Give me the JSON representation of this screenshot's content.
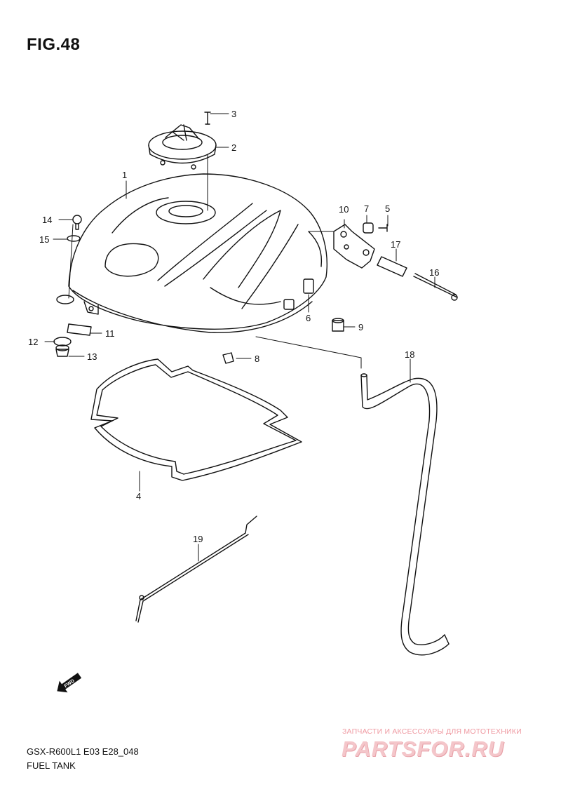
{
  "figure": {
    "title": "FIG.48",
    "model_code": "GSX-R600L1 E03 E28_048",
    "part_name": "FUEL TANK"
  },
  "callouts": [
    "1",
    "2",
    "3",
    "4",
    "5",
    "6",
    "7",
    "8",
    "9",
    "10",
    "11",
    "12",
    "13",
    "14",
    "15",
    "16",
    "17",
    "18",
    "19"
  ],
  "direction_marker": {
    "label": "FWD",
    "icon": "arrow-fwd-icon"
  },
  "watermark": {
    "tagline": "ЗАПЧАСТИ И АКСЕССУАРЫ ДЛЯ МОТОТЕХНИКИ",
    "logo": "PARTSFOR.RU",
    "color": "#e9a1a8"
  },
  "colors": {
    "line": "#111111",
    "background": "#ffffff"
  }
}
